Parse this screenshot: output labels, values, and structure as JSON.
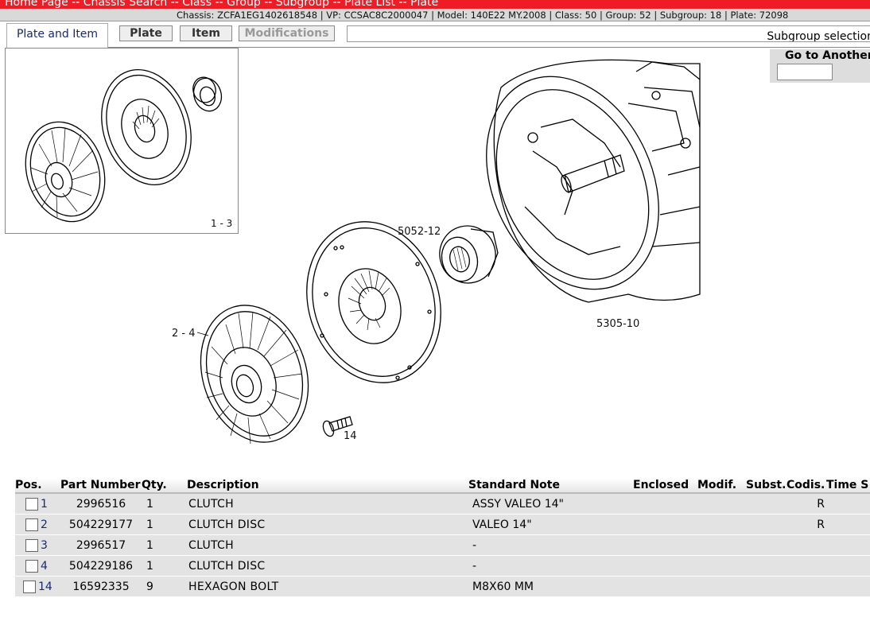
{
  "breadcrumb": [
    "Home Page",
    "Chassis Search",
    "Class",
    "Group",
    "Subgroup",
    "Plate List",
    "Plate"
  ],
  "breadcrumb_sep": " -- ",
  "info": "Chassis: ZCFA1EG1402618548 | VP: CCSAC8C2000047 | Model: 140E22 MY.2008 | Class: 50 | Group: 52 | Subgroup: 18 | Plate: 72098",
  "tabs": {
    "active": "Plate and Item",
    "plate": "Plate",
    "item": "Item",
    "modifications": "Modifications",
    "subgroup_selection": "Subgroup selection"
  },
  "goto": {
    "label": "Go to Another",
    "value": ""
  },
  "thumbnail": {
    "label": "1 - 3"
  },
  "drawing": {
    "callouts": [
      "5052-12",
      "5305-10",
      "2 - 4",
      "14"
    ]
  },
  "table": {
    "headers": [
      "Pos.",
      "Part Number",
      "Qty.",
      "Description",
      "Standard Note",
      "Enclosed",
      "Modif.",
      "Subst.",
      "Codis.",
      "Time S"
    ],
    "rows": [
      {
        "pos": "1",
        "part": "2996516",
        "qty": "1",
        "desc": "CLUTCH",
        "note": "ASSY VALEO 14\"",
        "time": "R"
      },
      {
        "pos": "2",
        "part": "504229177",
        "qty": "1",
        "desc": "CLUTCH DISC",
        "note": "VALEO 14\"",
        "time": "R"
      },
      {
        "pos": "3",
        "part": "2996517",
        "qty": "1",
        "desc": "CLUTCH",
        "note": "-",
        "time": ""
      },
      {
        "pos": "4",
        "part": "504229186",
        "qty": "1",
        "desc": "CLUTCH DISC",
        "note": "-",
        "time": ""
      },
      {
        "pos": "14",
        "part": "16592335",
        "qty": "9",
        "desc": "HEXAGON BOLT",
        "note": "M8X60 MM",
        "time": ""
      }
    ]
  }
}
